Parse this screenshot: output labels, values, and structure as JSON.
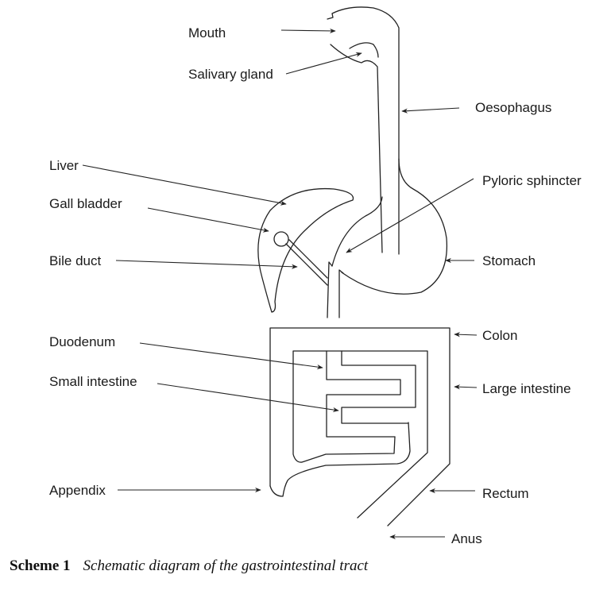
{
  "labels": {
    "mouth": "Mouth",
    "salivary_gland": "Salivary gland",
    "oesophagus": "Oesophagus",
    "liver": "Liver",
    "gall_bladder": "Gall bladder",
    "bile_duct": "Bile duct",
    "pyloric_sphincter": "Pyloric sphincter",
    "stomach": "Stomach",
    "duodenum": "Duodenum",
    "small_intestine": "Small intestine",
    "colon": "Colon",
    "large_intestine": "Large intestine",
    "appendix": "Appendix",
    "rectum": "Rectum",
    "anus": "Anus"
  },
  "caption": {
    "number": "Scheme 1",
    "text": "Schematic diagram of the gastrointestinal tract"
  }
}
